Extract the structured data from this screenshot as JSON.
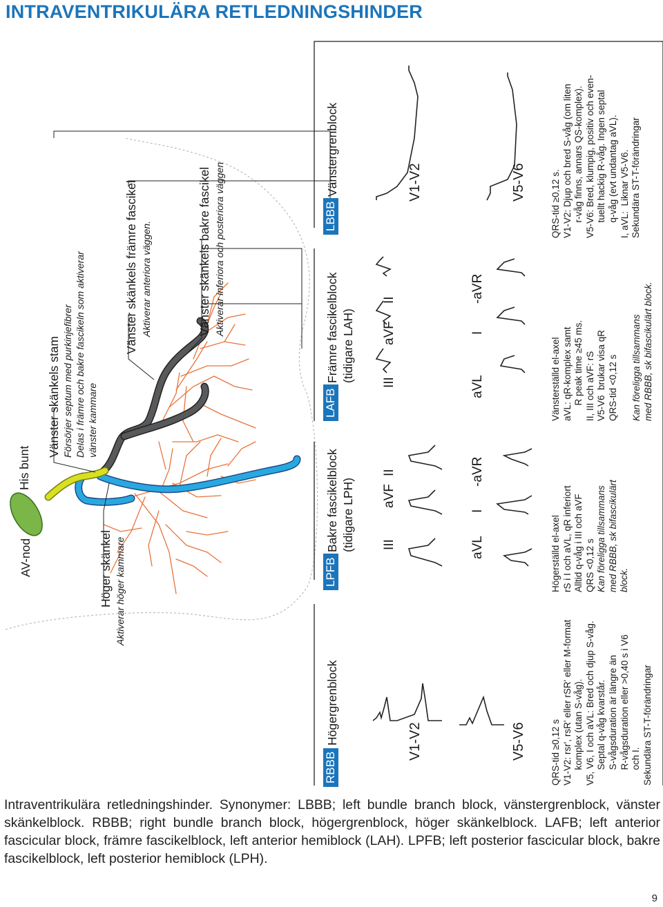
{
  "title": "INTRAVENTRIKULÄRA RETLEDNINGSHINDER",
  "anatomy": {
    "av_node": "AV-nod",
    "his_bundle": "His bunt",
    "left_stem": "Vänster skänkels stam",
    "left_stem_desc_1": "Försörjer septum med purkinjefibrer",
    "left_stem_desc_2": "Delas i främre och bakre fascikeln som aktiverar",
    "left_stem_desc_3": "vänster kammare",
    "right_bundle": "Höger skänkel",
    "right_bundle_desc": "Aktiverar höger kammare",
    "left_anterior": "Vänster skänkels främre fascikel",
    "left_anterior_desc": "Aktiverar anteriora väggen.",
    "left_posterior": "Vänster skänkels bakre fascikel",
    "left_posterior_desc": "Aktiverar inferiora och posteriora väggen"
  },
  "blocks": {
    "rbbb": {
      "abbr": "RBBB",
      "name": "Högergrenblock",
      "lead_1": "V1-V2",
      "lead_2": "V5-V6",
      "criteria": "QRS-tid ≥0,12 s\nV1-V2: rsr', rsR' eller rSR' eller M-format\n      komplex (utan S-våg).\nV5, V6, I och aVL: Bred och djup S-våg.\n      Septal q-våg kvarstår.\n      S-vågsduration är längre än\n      R-vågsduration eller >0,40 s i V6\n      och I.\nSekundära ST-T-förändringar"
    },
    "lpfb": {
      "abbr": "LPFB",
      "name": "Bakre fascikelblock",
      "name_sub": "(tidigare LPH)",
      "leads_top": [
        "III",
        "aVF",
        "II"
      ],
      "leads_bottom": [
        "aVL",
        "I",
        "-aVR"
      ],
      "criteria_1": "Högerställd el-axel\nrS i I och aVL, qR inferiort\nAlltid q-våg i III och aVF\nQRS <0,12 s",
      "criteria_2": "Kan föreligga tillsammans\nmed RBBB, sk bifascikulärt\nblock."
    },
    "lafb": {
      "abbr": "LAFB",
      "name": "Främre fascikelblock",
      "name_sub": "(tidigare LAH)",
      "leads_top": [
        "III",
        "aVF",
        "II"
      ],
      "leads_bottom": [
        "aVL",
        "I",
        "-aVR"
      ],
      "criteria_1": "Vänsterställd el-axel\naVL: qR-komplex samt\n      R peak time ≥45 ms.\nII, III och aVF: rS\nV5-V6  brukar visa qR\nQRS-tid <0,12 s",
      "criteria_2": "Kan föreligga tillsammans\nmed RBBB, sk bifascikulärt block."
    },
    "lbbb": {
      "abbr": "LBBB",
      "name": "Vänstergrenblock",
      "lead_1": "V1-V2",
      "lead_2": "V5-V6",
      "criteria": "QRS-tid ≥0,12 s.\nV1-V2: Djup och bred S-våg (om liten\n      r-våg finns, annars QS-komplex).\nV5-V6: Bred, klumpig, positiv och even-\n      tuellt hackig R-våg. Ingen septal\n      q-våg (evt undantag aVL).\nI, aVL:  Liknar V5-V6.\nSekundära ST-T-förändringar"
    }
  },
  "caption": "Intraventrikulära retledningshinder. Synonymer: LBBB; left bundle branch block, vänstergrenblock, vänster skänkelblock. RBBB; right bundle branch block, högergrenblock, höger skänkelblock. LAFB; left anterior fascicular block, främre fascikelblock, left anterior hemiblock (LAH). LPFB; left posterior fascicular block, bakre fascikelblock, left posterior hemiblock (LPH).",
  "page_number": "9",
  "colors": {
    "title": "#1b75bb",
    "right_bundle": "#29a8e0",
    "left_bundle": "#58595b",
    "his_bundle": "#d8e021",
    "av_node": "#7ab648",
    "purkinje": "#e8733a",
    "block_header": "#1b75bb"
  }
}
